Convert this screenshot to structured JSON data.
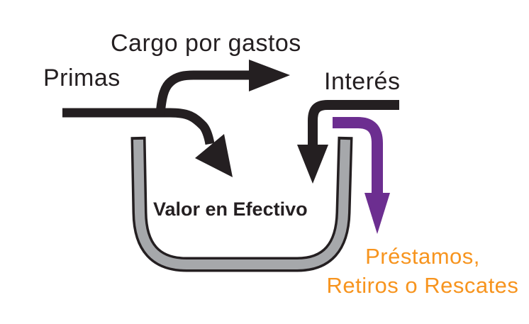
{
  "diagram": {
    "labels": {
      "premiums": "Primas",
      "expense_charge": "Cargo por gastos",
      "interest": "Interés",
      "cash_value": "Valor en Efectivo",
      "withdrawals_line1": "Préstamos,",
      "withdrawals_line2": "Retiros o Rescates"
    },
    "colors": {
      "ink": "#241F21",
      "bucket_gray": "#A6A8AB",
      "purple": "#6C2E90",
      "orange": "#F7941E"
    }
  }
}
